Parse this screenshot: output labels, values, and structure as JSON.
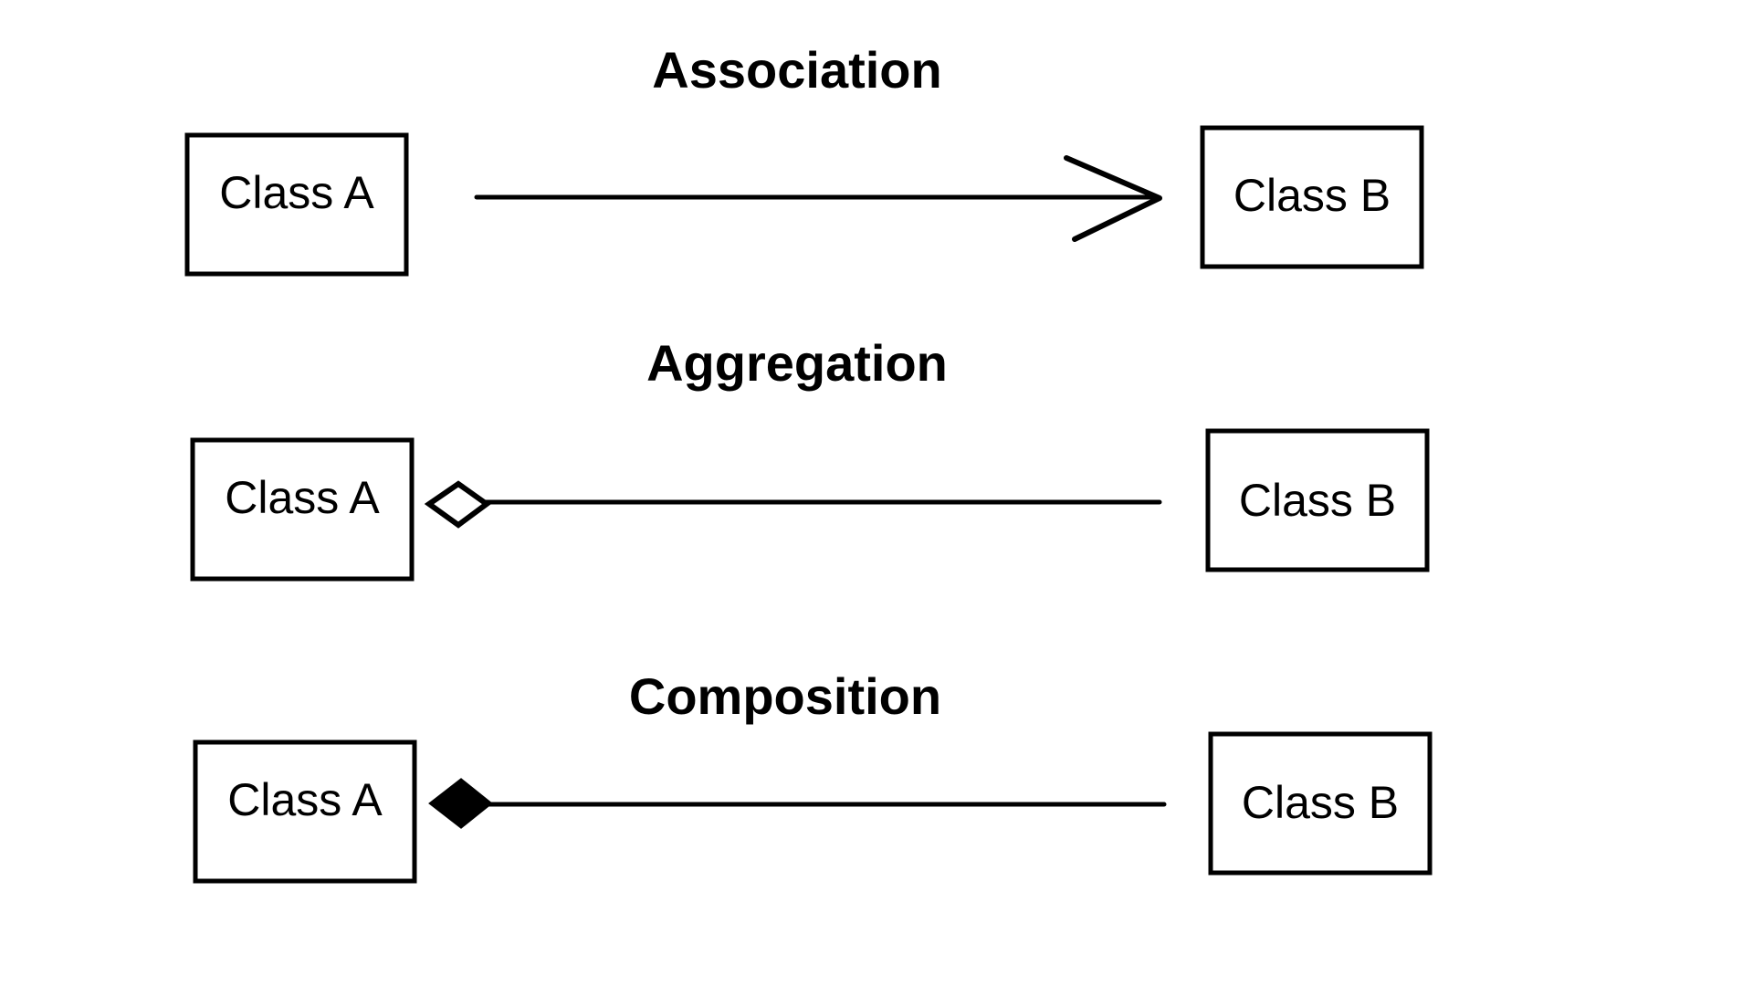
{
  "diagram": {
    "relationships": [
      {
        "title": "Association",
        "source": "Class A",
        "target": "Class B",
        "end_marker": "open-arrowhead"
      },
      {
        "title": "Aggregation",
        "source": "Class A",
        "target": "Class B",
        "end_marker": "hollow-diamond"
      },
      {
        "title": "Composition",
        "source": "Class A",
        "target": "Class B",
        "end_marker": "filled-diamond"
      }
    ]
  }
}
